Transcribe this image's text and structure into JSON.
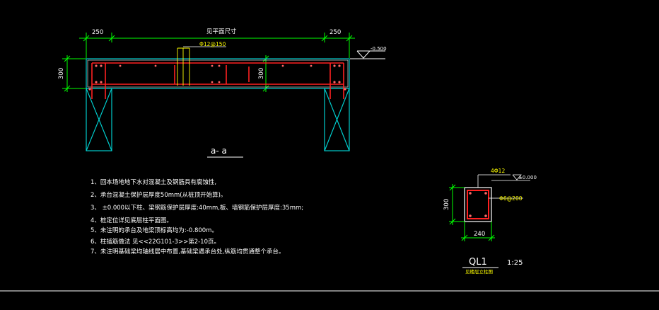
{
  "section_view": {
    "dim_left": "250",
    "dim_middle": "见平面尺寸",
    "dim_right": "250",
    "elevation_label": "-0.500",
    "height_left": "300",
    "height_mid": "300",
    "rebar_top_label": "Φ12@150",
    "section_title": "a- a"
  },
  "notes": [
    "1、回本场地地下水对混凝土及钢筋具有腐蚀性,",
    "2、承台混凝土保护层厚度50mm(从桩顶开始算)。",
    "3、 ±0.000以下柱、梁钢筋保护层厚度:40mm,板、墙钢筋保护层厚度:35mm;",
    "4、桩定位详见底层柱平面图。",
    "5、未注明的承台及地梁顶标高均为:-0.800m。",
    "6、柱插筋做法 见<<22G101-3>>第2-10页。",
    "7、未注明基础梁均轴线居中布置,基础梁遇承台处,纵筋均贯通整个承台。"
  ],
  "beam_detail": {
    "rebar_top": "4Φ12",
    "elevation": "±0.000",
    "stirrup": "Φ6@200",
    "height": "300",
    "width": "240",
    "name": "QL1",
    "scale": "1:25",
    "subtitle": "见楼层立柱图"
  },
  "colors": {
    "background": "#000000",
    "dimension": "#00ff00",
    "outline": "#ffffff",
    "concrete": "#00cccc",
    "rebar": "#ff2020",
    "text_white": "#ffffff",
    "text_yellow": "#ffff00",
    "hatch_pink": "#ff66cc"
  }
}
